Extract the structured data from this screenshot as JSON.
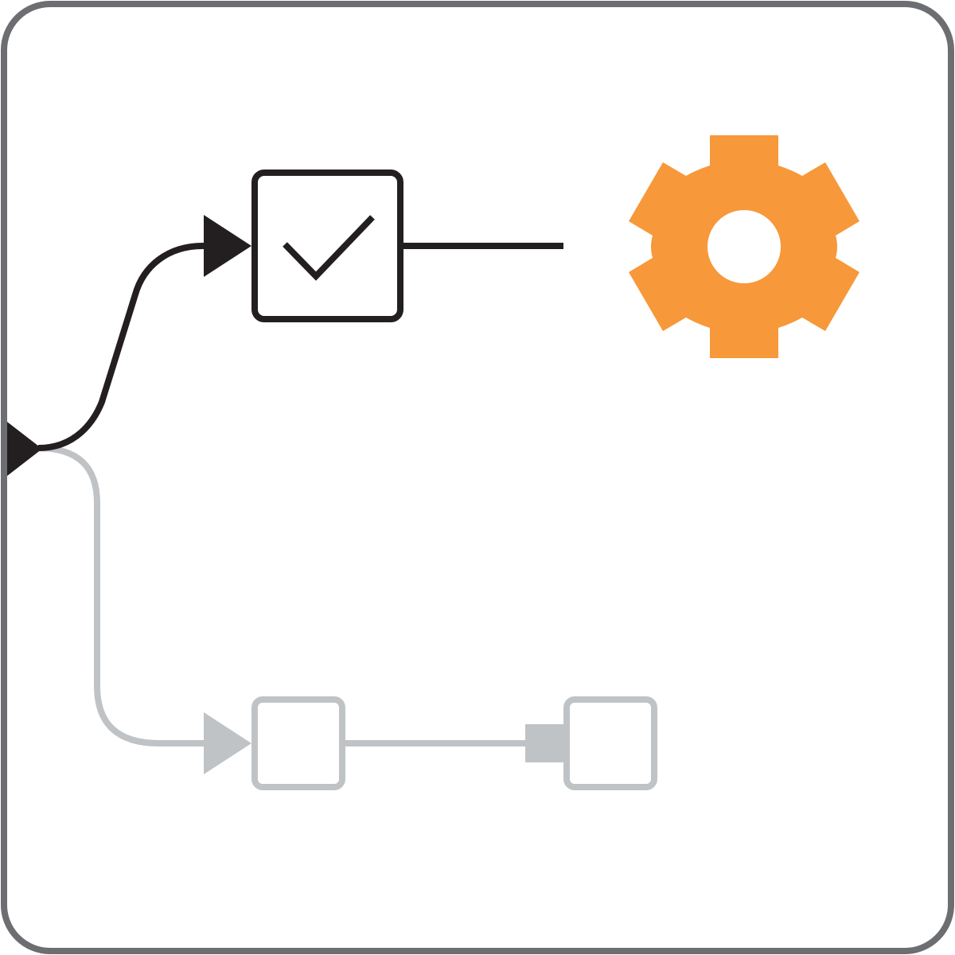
{
  "diagram": {
    "colors": {
      "frame": "#6d6e71",
      "active": "#231f20",
      "inactive": "#c0c3c6",
      "accent": "#f7983a",
      "background": "#ffffff"
    },
    "nodes": [
      {
        "id": "check-node",
        "state": "completed",
        "icon": "check-icon"
      },
      {
        "id": "gear-node",
        "state": "running",
        "icon": "gear-icon"
      },
      {
        "id": "pending-node-1",
        "state": "pending",
        "icon": ""
      },
      {
        "id": "pending-node-2",
        "state": "pending",
        "icon": ""
      }
    ],
    "edges": [
      {
        "from": "input-port",
        "to": "check-node",
        "state": "active"
      },
      {
        "from": "check-node",
        "to": "gear-node",
        "state": "active"
      },
      {
        "from": "input-port",
        "to": "pending-node-1",
        "state": "inactive"
      },
      {
        "from": "pending-node-1",
        "to": "pending-node-2",
        "state": "inactive"
      }
    ]
  }
}
